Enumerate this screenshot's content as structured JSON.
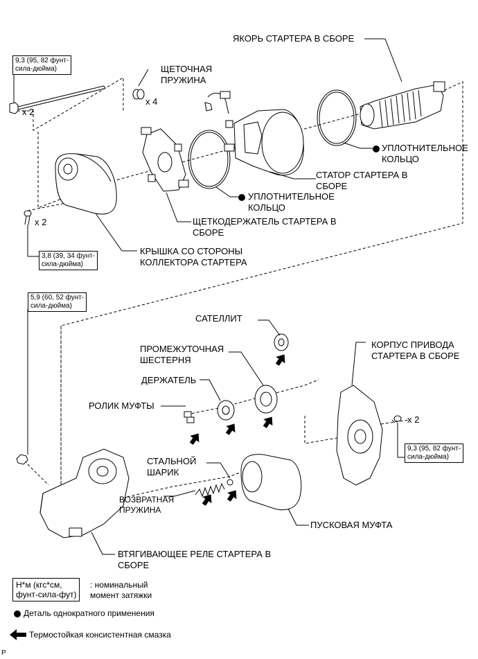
{
  "labels": {
    "armature": "ЯКОРЬ СТАРТЕРА В СБОРЕ",
    "brush_spring_line1": "ЩЕТОЧНАЯ",
    "brush_spring_line2": "ПРУЖИНА",
    "brush_spring_qty": "x 4",
    "oring1_line1": "УПЛОТНИТЕЛЬНОЕ",
    "oring1_line2": "КОЛЬЦО",
    "stator_line1": "СТАТОР СТАРТЕРА В",
    "stator_line2": "СБОРЕ",
    "oring2_line1": "УПЛОТНИТЕЛЬНОЕ",
    "oring2_line2": "КОЛЬЦО",
    "brush_holder_line1": "ЩЕТКОДЕРЖАТЕЛЬ СТАРТЕРА В",
    "brush_holder_line2": "СБОРЕ",
    "commutator_cover_line1": "КРЫШКА СО СТОРОНЫ",
    "commutator_cover_line2": "КОЛЛЕКТОРА СТАРТЕРА",
    "planet_gear": "САТЕЛЛИТ",
    "idler_gear_line1": "ПРОМЕЖУТОЧНАЯ",
    "idler_gear_line2": "ШЕСТЕРНЯ",
    "retainer": "ДЕРЖАТЕЛЬ",
    "clutch_roller": "РОЛИК МУФТЫ",
    "steel_ball_line1": "СТАЛЬНОЙ",
    "steel_ball_line2": "ШАРИК",
    "return_spring_line1": "ВОЗВРАТНАЯ",
    "return_spring_line2": "ПРУЖИНА",
    "drive_housing_line1": "КОРПУС ПРИВОДА",
    "drive_housing_line2": "СТАРТЕРА В СБОРЕ",
    "starter_clutch": "ПУСКОВАЯ МУФТА",
    "magnet_switch_line1": "ВТЯГИВАЮЩЕЕ РЕЛЕ СТАРТЕРА В",
    "magnet_switch_line2": "СБОРЕ",
    "bolt_qty_top": "x 2",
    "screw_qty": "x 2",
    "bolt_qty_right": "x 2",
    "page_marker": "P"
  },
  "torques": {
    "t1_line1": "9,3 (95, 82 фунт-",
    "t1_line2": "сила-дюйма)",
    "t2_line1": "3,8 (39, 34 фунт-",
    "t2_line2": "сила-дюйма)",
    "t3_line1": "5,9 (60, 52 фунт-",
    "t3_line2": "сила-дюйма)",
    "t4_line1": "9,3 (95, 82 фунт-",
    "t4_line2": "сила-дюйма)"
  },
  "legend": {
    "torque_box_line1": "Н*м (кгс*см,",
    "torque_box_line2": "фунт-сила-фут)",
    "torque_desc_line1": ": номинальный",
    "torque_desc_line2": "момент затяжки",
    "one_time": "Деталь однократного применения",
    "grease": "Термостойкая консистентная смазка"
  }
}
